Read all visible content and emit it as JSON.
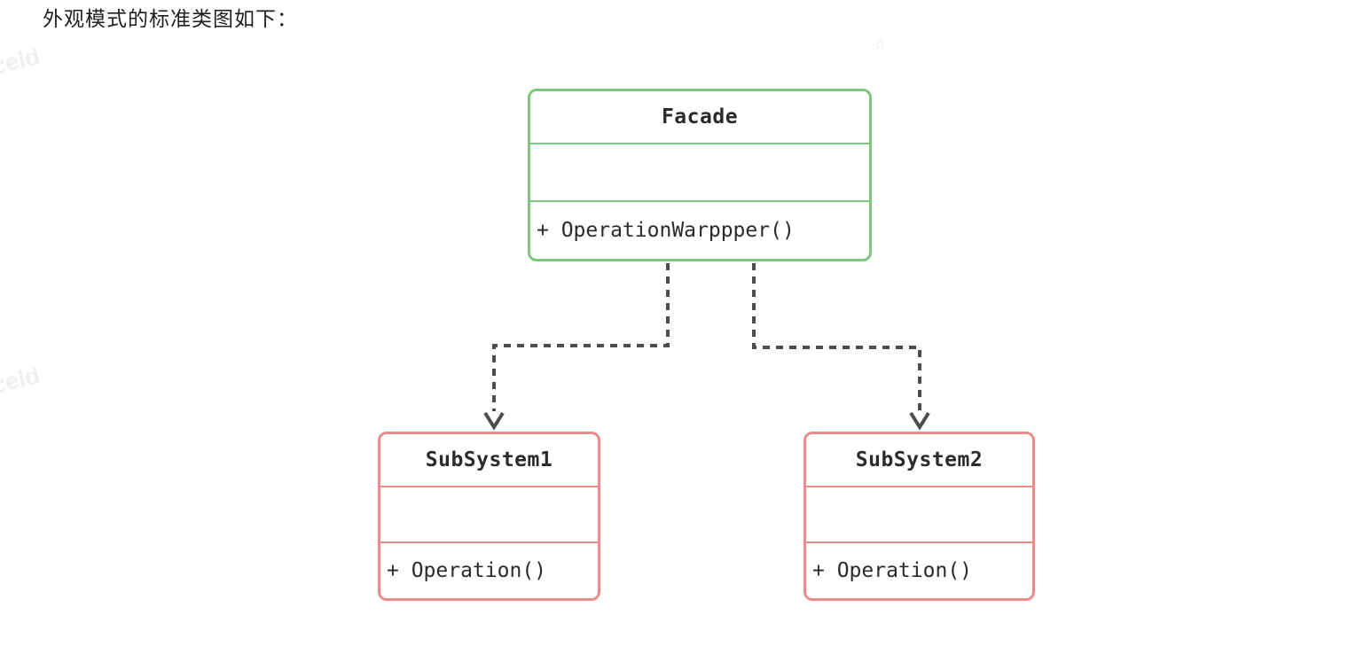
{
  "title": "外观模式的标准类图如下：",
  "watermarks": [
    {
      "text": "celd"
    },
    {
      "text": "celd"
    },
    {
      "text": "·d"
    }
  ],
  "colors": {
    "background": "#ffffff",
    "facade_border": "#7ec77f",
    "subsystem_border": "#e98c8c",
    "connector": "#4d4d4d",
    "text": "#2b2b2b"
  },
  "diagram": {
    "type": "uml-class-diagram",
    "facade": {
      "name": "Facade",
      "attributes": "",
      "method": "+ OperationWarppper()"
    },
    "subsystem1": {
      "name": "SubSystem1",
      "attributes": "",
      "method": "+ Operation()"
    },
    "subsystem2": {
      "name": "SubSystem2",
      "attributes": "",
      "method": "+ Operation()"
    },
    "relationships": [
      {
        "from": "Facade",
        "to": "SubSystem1",
        "type": "dashed-dependency-arrow"
      },
      {
        "from": "Facade",
        "to": "SubSystem2",
        "type": "dashed-dependency-arrow"
      }
    ]
  }
}
